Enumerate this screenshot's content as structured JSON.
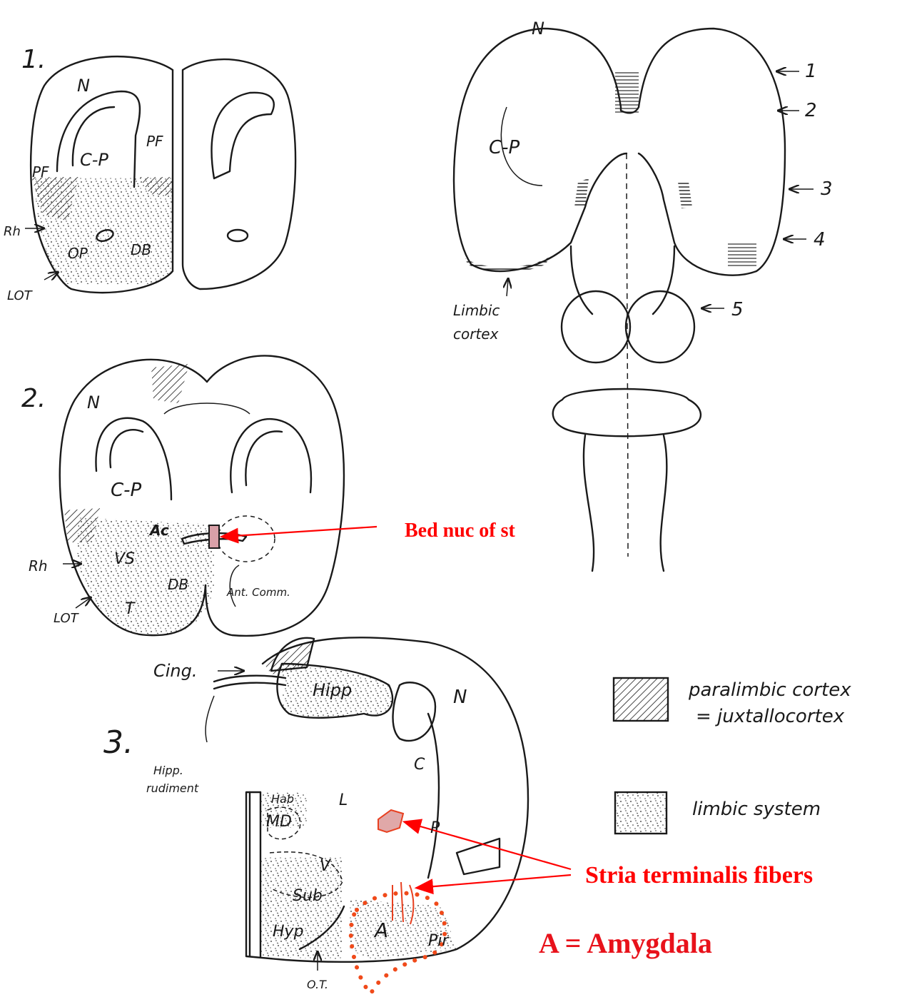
{
  "section_numbers": {
    "s1": "1.",
    "s2": "2.",
    "s3": "3."
  },
  "section1": {
    "N": "N",
    "CP": "C-P",
    "PF_left": "PF",
    "PF_right": "PF",
    "Rh": "Rh",
    "OP": "OP",
    "DB": "DB",
    "LOT": "LOT"
  },
  "section2": {
    "N": "N",
    "CP": "C-P",
    "Ac": "Ac",
    "VS": "VS",
    "DB": "DB",
    "T": "T",
    "Rh": "Rh",
    "LOT": "LOT",
    "ant_comm": "Ant. Comm."
  },
  "section3": {
    "cing": "Cing.",
    "N": "N",
    "hipp": "Hipp",
    "hipp_rudiment_1": "Hipp.",
    "hipp_rudiment_2": "rudiment",
    "hab": "Hab",
    "MD": "MD",
    "L": "L",
    "C": "C",
    "P": "P",
    "V": "V",
    "Sub": "Sub",
    "Hyp": "Hyp",
    "A": "A",
    "Pir": "Pir",
    "OT": "O.T."
  },
  "dorsal_view": {
    "N": "N",
    "CP": "C-P",
    "arrow1": "1",
    "arrow2": "2",
    "arrow3": "3",
    "arrow4": "4",
    "arrow5": "5",
    "limbic_1": "Limbic",
    "limbic_2": "cortex"
  },
  "legend": {
    "paralimbic_1": "paralimbic cortex",
    "paralimbic_2": "= juxtallocortex",
    "limbic": "limbic system"
  },
  "annotations": {
    "bed_nuc": "Bed nuc of st",
    "stria": "Stria terminalis fibers",
    "amygdala": "A = Amygdala"
  },
  "colors": {
    "ink": "#1a1a1a",
    "annotation_red": "#ff0000",
    "marker_fill": "#d9a0a8",
    "amygdala_dots": "#f04a1a"
  }
}
